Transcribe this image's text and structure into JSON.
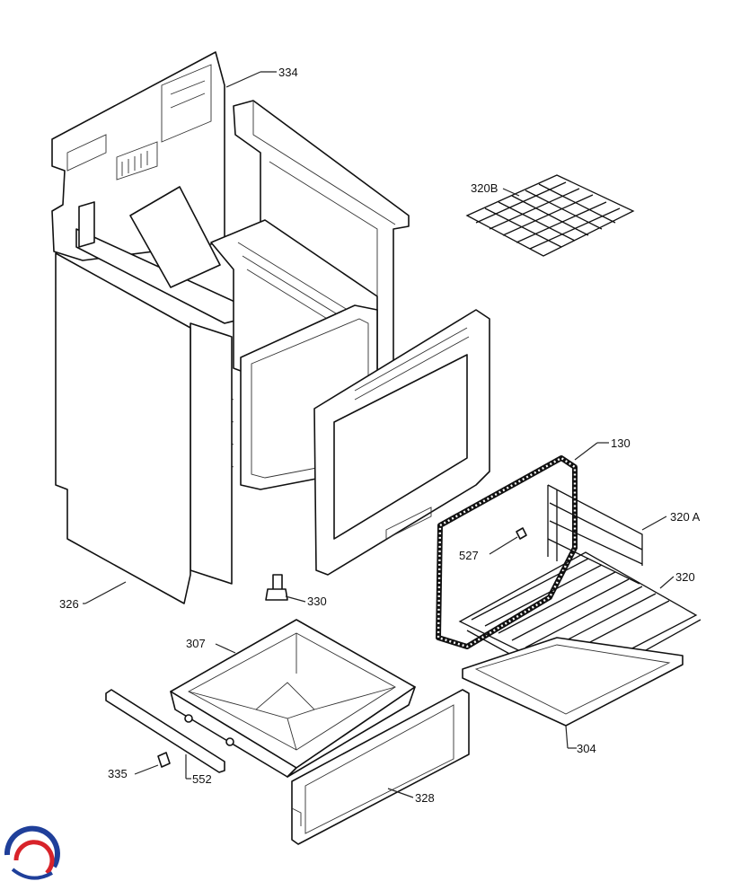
{
  "diagram": {
    "labels": [
      {
        "id": "334",
        "text": "334"
      },
      {
        "id": "320B",
        "text": "320B"
      },
      {
        "id": "130",
        "text": "130"
      },
      {
        "id": "320A",
        "text": "320 A"
      },
      {
        "id": "527",
        "text": "527"
      },
      {
        "id": "320",
        "text": "320"
      },
      {
        "id": "326",
        "text": "326"
      },
      {
        "id": "330",
        "text": "330"
      },
      {
        "id": "307",
        "text": "307"
      },
      {
        "id": "304",
        "text": "304"
      },
      {
        "id": "335",
        "text": "335"
      },
      {
        "id": "552",
        "text": "552"
      },
      {
        "id": "328",
        "text": "328"
      }
    ]
  },
  "logo": {
    "colors": {
      "blue": "#1f3f9a",
      "red": "#d8232a"
    }
  }
}
